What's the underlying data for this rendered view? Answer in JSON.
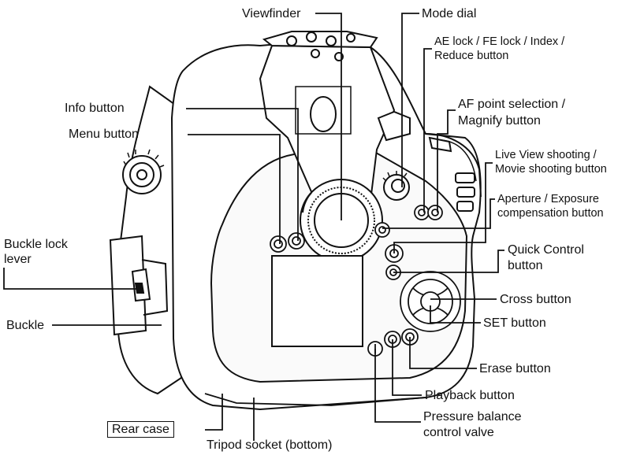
{
  "figure": {
    "labels": {
      "viewfinder": "Viewfinder",
      "mode_dial": "Mode dial",
      "ae_lock_1": "AE lock / FE lock / Index /",
      "ae_lock_2": "Reduce button",
      "af_point_1": "AF point selection /",
      "af_point_2": "Magnify button",
      "info_button": "Info button",
      "menu_button": "Menu button",
      "live_view_1": "Live View shooting /",
      "live_view_2": "Movie shooting button",
      "aperture_1": "Aperture / Exposure",
      "aperture_2": "compensation button",
      "buckle_lock_1": "Buckle lock",
      "buckle_lock_2": "lever",
      "quick_control_1": "Quick Control",
      "quick_control_2": "button",
      "cross_button": "Cross button",
      "set_button": "SET button",
      "buckle": "Buckle",
      "erase_button": "Erase button",
      "playback_button": "Playback button",
      "pressure_1": "Pressure balance",
      "pressure_2": "control valve",
      "rear_case": "Rear case",
      "tripod_socket": "Tripod socket (bottom)"
    }
  }
}
